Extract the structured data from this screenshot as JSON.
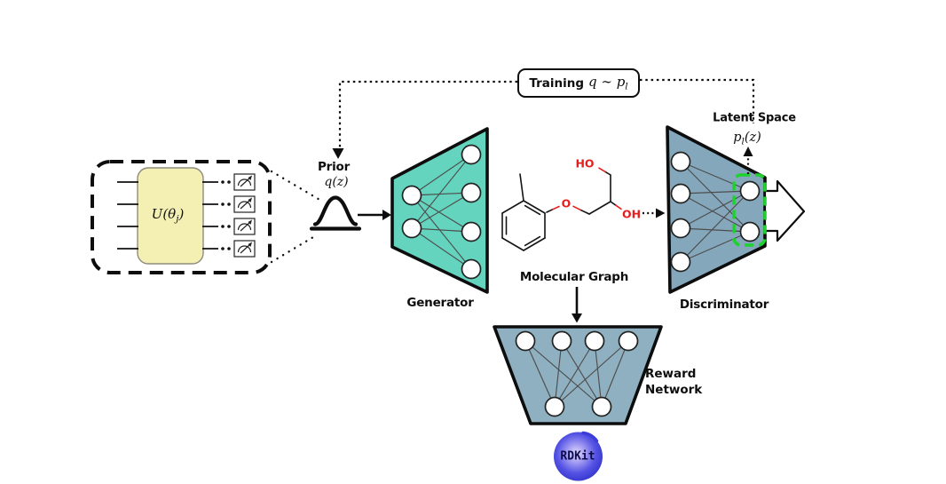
{
  "figure": {
    "training": {
      "label": "Training",
      "math_main": "q ∼ p",
      "math_sub": "l"
    },
    "prior": {
      "label": "Prior",
      "math": "q(z)"
    },
    "quantum_circuit": {
      "gate_main": "U(θ",
      "gate_sub": "j",
      "gate_rest": ")",
      "num_wires": 4,
      "num_measurements": 4
    },
    "generator": {
      "label": "Generator",
      "input_nodes": 2,
      "output_nodes": 4,
      "fill": "#64d4be"
    },
    "molecule": {
      "label": "Molecular Graph",
      "atom_ho": "HO",
      "atom_o": "O",
      "atom_oh": "OH",
      "heteroatom_color": "#e51d1d"
    },
    "discriminator": {
      "label": "Discriminator",
      "input_nodes": 4,
      "output_nodes": 2,
      "fill": "#84a7bb"
    },
    "latent_space": {
      "label": "Latent Space",
      "math_main": "p",
      "math_sub": "l",
      "math_rest": "(z)",
      "highlight_color": "#1ed22d"
    },
    "reward_network": {
      "line1": "Reward",
      "line2": "Network",
      "input_nodes": 4,
      "output_nodes": 2,
      "fill": "#8fb0c0"
    },
    "rdkit": {
      "label": "RDKit"
    }
  }
}
